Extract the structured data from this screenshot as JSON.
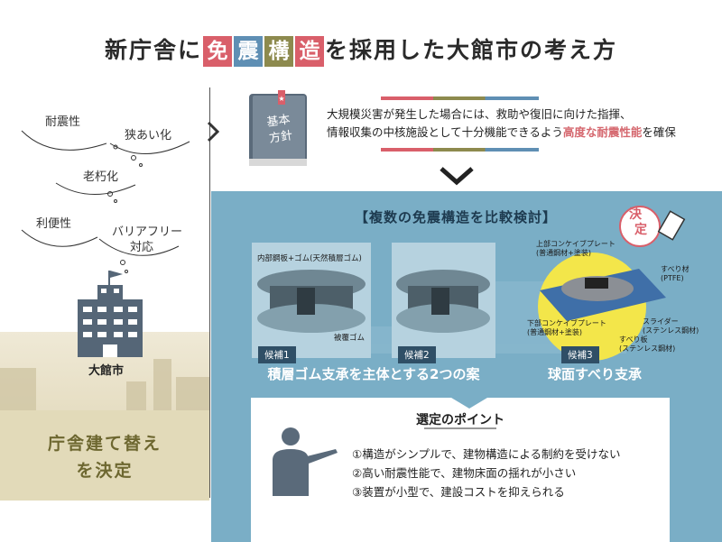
{
  "title": {
    "prefix": "新庁舎に",
    "keywords": [
      {
        "char": "免",
        "color": "#d95f6a"
      },
      {
        "char": "震",
        "color": "#5f8fb4"
      },
      {
        "char": "構",
        "color": "#8d8a4e"
      },
      {
        "char": "造",
        "color": "#d95f6a"
      }
    ],
    "suffix": "を採用した大館市の考え方"
  },
  "left": {
    "issues": [
      "耐震性",
      "狭あい化",
      "老朽化",
      "利便性",
      "バリアフリー",
      "対応"
    ],
    "city_label": "大館市",
    "decision_line1": "庁舎建て替え",
    "decision_line2": "を決定"
  },
  "policy": {
    "book_line1": "基本",
    "book_line2": "方針",
    "text_line1": "大規模災害が発生した場合には、救助や復旧に向けた指揮、",
    "text_line2_a": "情報収集の中核施設として十分機能できるよう",
    "text_line2_highlight": "高度な耐震性能",
    "text_line2_b": "を確保"
  },
  "panel": {
    "title_bracket_open": "【",
    "title": "複数の免震構造を比較検討",
    "title_bracket_close": "】",
    "candidate1": {
      "tag": "候補1",
      "note_top": "内部鋼板+ゴム(天然積層ゴム)",
      "note_bottom": "被覆ゴム"
    },
    "candidate2": {
      "tag": "候補2"
    },
    "candidates12_label": "積層ゴム支承を主体とする2つの案",
    "candidate3": {
      "tag": "候補3",
      "label": "球面すべり支承",
      "notes": [
        "上部コンケイブプレート",
        "(普通鋼材+塗装)",
        "すべり材",
        "(PTFE)",
        "スライダー",
        "(ステンレス鋼材)",
        "下部コンケイブプレート",
        "(普通鋼材+塗装)",
        "すべり板",
        "(ステンレス鋼材)"
      ]
    },
    "stamp_chars": [
      "決",
      "定"
    ]
  },
  "points": {
    "title": "選定のポイント",
    "items": [
      "①構造がシンプルで、建物構造による制約を受けない",
      "②高い耐震性能で、建物床面の揺れが小さい",
      "③装置が小型で、建設コストを抑えられる"
    ]
  },
  "colors": {
    "accent_pink": "#d95f6a",
    "accent_blue": "#5f8fb4",
    "accent_olive": "#8d8a4e",
    "panel_blue": "#7aaec6",
    "decision_olive": "#6d6730"
  }
}
